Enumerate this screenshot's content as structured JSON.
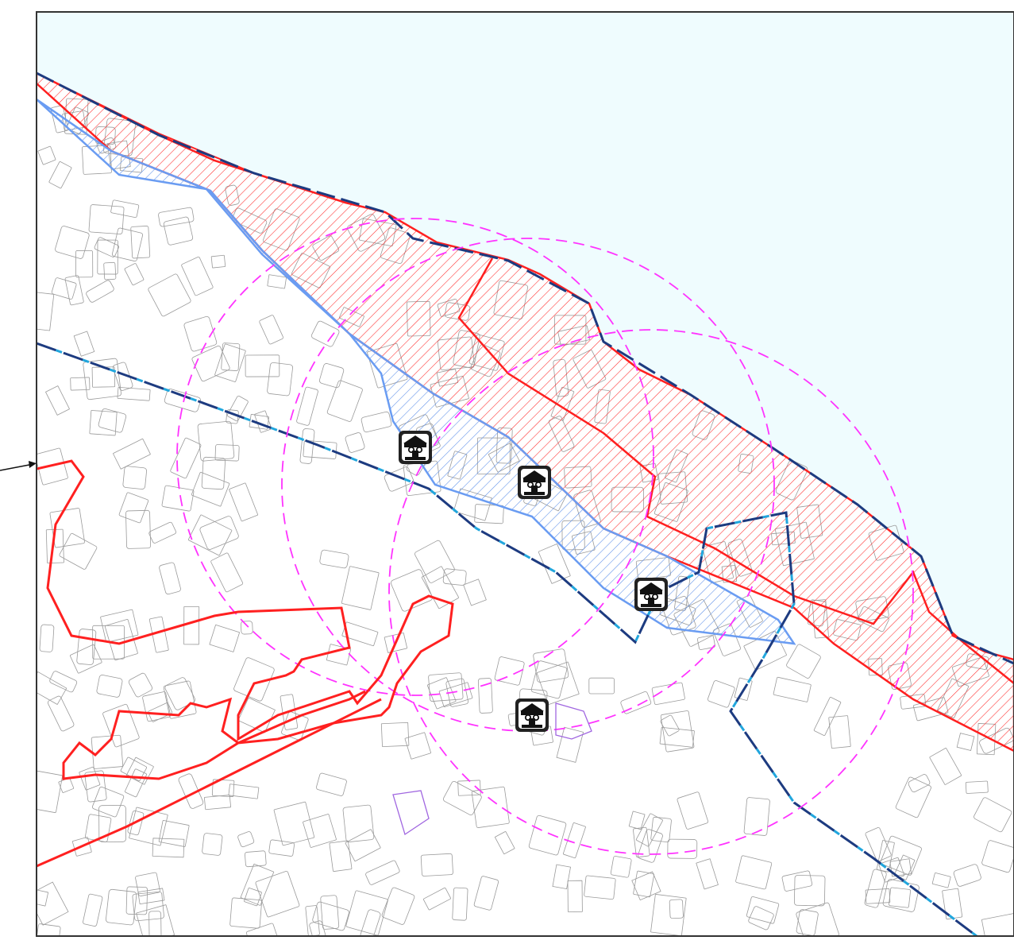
{
  "map": {
    "colors": {
      "sea": "#effcfe",
      "land": "#ffffff",
      "parcel_outline": "#9a9a9a",
      "frame": "#333333",
      "constraint_red": "#ff2020",
      "boundary_blue": "#6a9cf2",
      "dashed_navy": "#1d3b80",
      "dashed_cyan": "#21a6dd",
      "buffer_magenta": "#ff33ff",
      "monument_purple": "#a066e0",
      "monument_icon_bg": "#222222"
    },
    "icons": [
      "monument-icon",
      "monument-icon",
      "monument-icon",
      "monument-icon"
    ],
    "layers": [
      "sea-area",
      "building-parcels",
      "coastal-red-hatched-zone",
      "blue-hatched-zone",
      "dashed-navy-boundaries",
      "magenta-buffer-circles",
      "red-outlined-areas",
      "pointer-arrow"
    ]
  }
}
